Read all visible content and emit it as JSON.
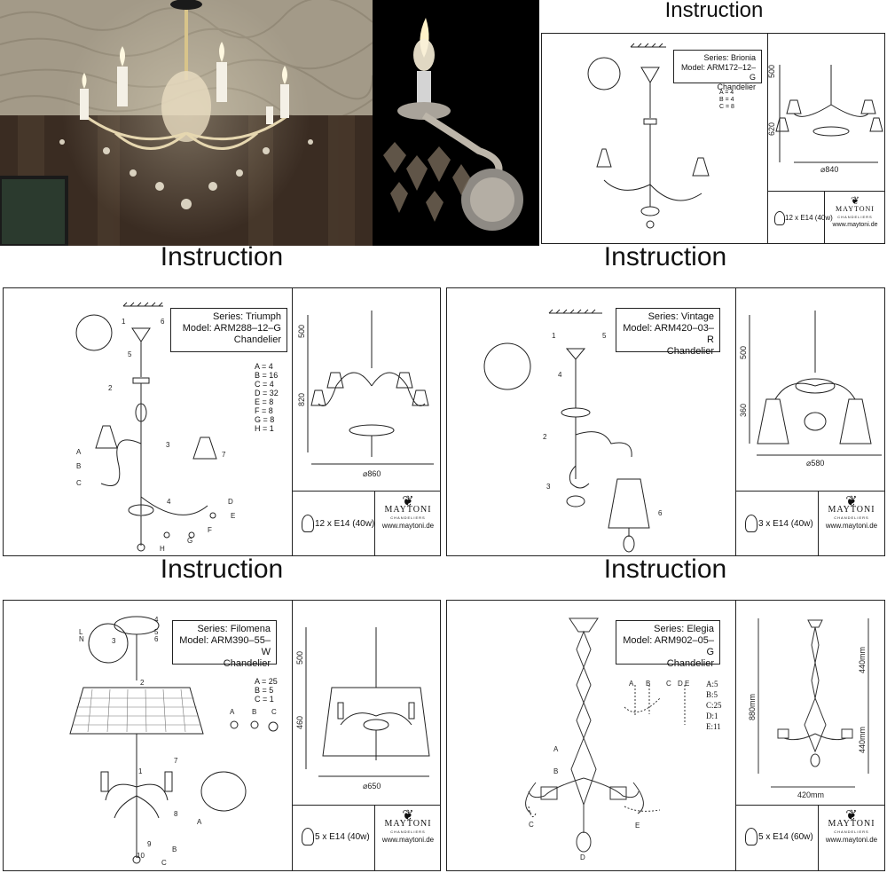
{
  "headings": {
    "top_right": "Instruction",
    "mid_left": "Instruction",
    "mid_right": "Instruction",
    "bottom_left": "Instruction",
    "bottom_right": "Instruction"
  },
  "photos": {
    "chandelier_photo": "chandelier-photo",
    "sconce_photo": "wall-sconce-photo"
  },
  "panels": {
    "brionia": {
      "series": "Series: Brionia",
      "model": "Model: ARM172–12–G",
      "type": "Chandelier",
      "legend": "A = 4\nB = 4\nC = 8",
      "dim_height_top": "500",
      "dim_height_bottom": "620",
      "dim_width": "⌀840",
      "bulb": "12 x E14 (40w)",
      "brand": "MAYTONI",
      "brand_sub": "CHANDELIERS",
      "url": "www.maytoni.de"
    },
    "triumph": {
      "series": "Series: Triumph",
      "model": "Model: ARM288–12–G",
      "type": "Chandelier",
      "legend": "A = 4\nB = 16\nC = 4\nD = 32\nE = 8\nF = 8\nG = 8\nH = 1",
      "dim_height_top": "500",
      "dim_height_bottom": "820",
      "dim_width": "⌀860",
      "bulb": "12 x E14 (40w)",
      "brand": "MAYTONI",
      "brand_sub": "CHANDELIERS",
      "url": "www.maytoni.de"
    },
    "vintage": {
      "series": "Series: Vintage",
      "model": "Model: ARM420–03–R",
      "type": "Chandelier",
      "dim_height_top": "500",
      "dim_height_bottom": "360",
      "dim_width": "⌀580",
      "bulb": "3 x E14 (40w)",
      "brand": "MAYTONI",
      "brand_sub": "CHANDELIERS",
      "url": "www.maytoni.de"
    },
    "filomena": {
      "series": "Series: Filomena",
      "model": "Model: ARM390–55–W",
      "type": "Chandelier",
      "legend": "A = 25\nB = 5\nC = 1",
      "dim_height_top": "500",
      "dim_height_bottom": "460",
      "dim_width": "⌀650",
      "bulb": "5 x E14 (40w)",
      "brand": "MAYTONI",
      "brand_sub": "CHANDELIERS",
      "url": "www.maytoni.de"
    },
    "elegia": {
      "series": "Series: Elegia",
      "model": "Model: ARM902–05–G",
      "type": "Chandelier",
      "legend": "A:5\nB:5\nC:25\nD:1\nE:11",
      "dim_height_total": "880mm",
      "dim_height_top": "440mm",
      "dim_height_bottom": "440mm",
      "dim_width": "420mm",
      "bulb": "5 x E14 (60w)",
      "brand": "MAYTONI",
      "brand_sub": "CHANDELIERS",
      "url": "www.maytoni.de"
    }
  }
}
